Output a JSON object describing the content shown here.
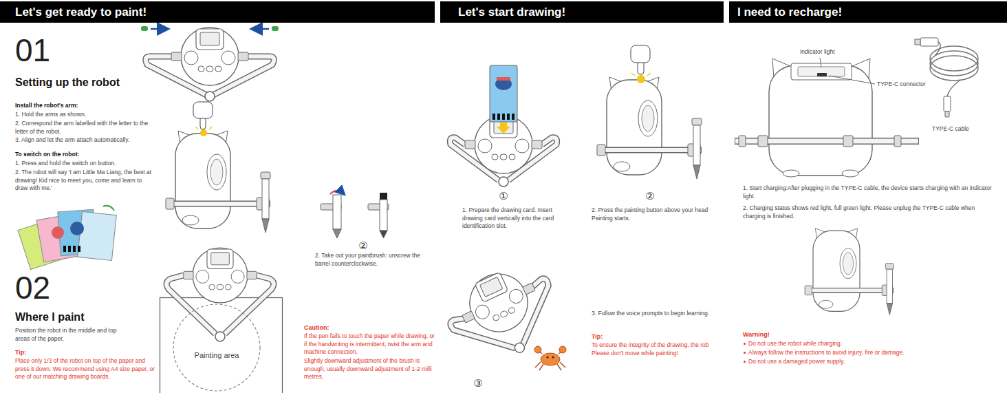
{
  "diagram": {
    "nodes": [
      {
        "text": [
          "Let's get ready to paint!"
        ]
      },
      {
        "text": [
          "Let's start drawing!"
        ]
      },
      {
        "text": [
          "I need to recharge!"
        ]
      },
      {
        "text": [
          "Painting area"
        ]
      }
    ],
    "labels": [
      "01",
      "Setting up the robot",
      "Install the robot's arm:",
      "1. Hold the arms as shown.",
      "2. Correspond the arm labelled with the letter to the letter of the robot.",
      "3. Align and let the arm attach automatically.",
      "To switch on the robot:",
      "1. Press and hold the switch on button.",
      "2. The robot will say 'I am Little Ma Liang, the best at drawing! Kid nice to meet you, come and learn to draw with me.'",
      "02",
      "Where I paint",
      "Position the robot in the middle and top areas of the paper.",
      "Tip:",
      "Place only 1/3 of the robot on top of the paper and press it down. We recommend using A4 size paper, or one of our matching drawing boards.",
      "②",
      "2. Take out your paintbrush: unscrew the barrel counterclockwise.",
      "Caution:",
      "If the pen fails to touch the paper while drawing, or if the handwriting is intermittent, twist the arm and machine connection.",
      "Slightly downward adjustment of the brush is enough, usually downward adjustment of 1-2 milli metres.",
      "①",
      "1. Prepare the drawing card. Insert drawing card vertically into the card identification slot.",
      "②",
      "2. Press the painting button above your head Painting starts.",
      "③",
      "3. Follow the voice prompts to begin learning.",
      "Tip:",
      "To ensure the integrity of the drawing, the rob Please don't move while painting!",
      "Indicator light",
      "TYPE-C connector",
      "TYPE-C cable",
      "1. Start charging:After plugging in the TYPE-C cable, the device starts charging with an indicator light.",
      "2. Charging status shows red light, full green light. Please unplug the TYPE-C cable when charging is finished.",
      "Warning!",
      "Do not use the robot while charging.",
      "Always follow the instructions to avoid injury, fire or damage.",
      "Do not use a damaged power supply."
    ]
  }
}
